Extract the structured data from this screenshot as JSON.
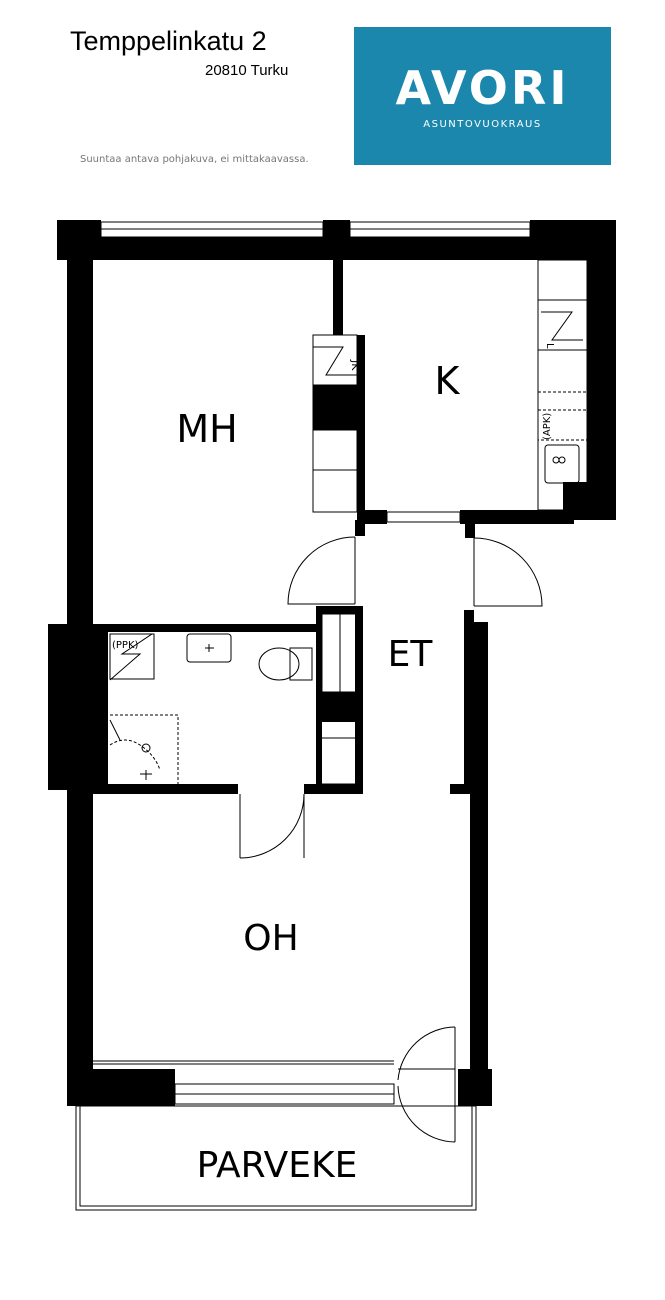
{
  "header": {
    "street": "Temppelinkatu 2",
    "city": "20810 Turku",
    "disclaimer": "Suuntaa antava pohjakuva, ei mittakaavassa."
  },
  "logo": {
    "word": "AVORI",
    "subtitle": "ASUNTOVUOKRAUS",
    "background": "#1c87ad",
    "text_color": "#ffffff"
  },
  "rooms": {
    "bedroom": "MH",
    "kitchen": "K",
    "hall": "ET",
    "living": "OH",
    "balcony": "PARVEKE"
  },
  "fixtures": {
    "freezer": "JK",
    "fridge": "L",
    "dishwasher": "(APK)",
    "washer": "(PPK)"
  }
}
